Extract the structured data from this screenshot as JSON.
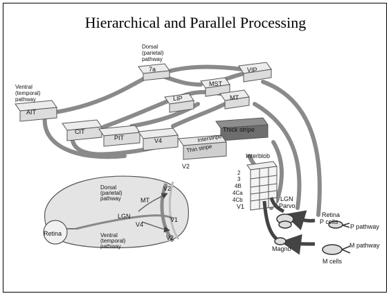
{
  "title": "Hierarchical and Parallel Processing",
  "areas": {
    "vip": "VIP",
    "mst": "MST",
    "mt": "MT",
    "lip": "LIP",
    "a7": "7a",
    "ait": "AIT",
    "cit": "CIT",
    "pit": "PIT",
    "v4": "V4",
    "thick": "Thick stripe",
    "interstripe": "Interstripe",
    "thin": "Thin stripe",
    "v2": "V2",
    "interblob": "Interblob",
    "v1": "V1",
    "lgn_parvo_1": "LGN",
    "lgn_parvo_2": "Parvo",
    "magno": "Magno",
    "retina_p_1": "Retina",
    "retina_p_2": "P cells",
    "p_pathway": "P pathway",
    "m_pathway": "M pathway",
    "m_cells": "M cells"
  },
  "layers": [
    "2",
    "3",
    "4B",
    "4Ca",
    "4Cb"
  ],
  "pathways": {
    "dorsal_top": [
      "Dorsal",
      "(parietal)",
      "pathway"
    ],
    "ventral_top": [
      "Ventral",
      "(temporal)",
      "pathway"
    ]
  },
  "brain": {
    "retina": "Retina",
    "lgn": "LGN",
    "mt": "MT",
    "v4": "V4",
    "v1": "V1",
    "v2_top": "V2",
    "v2_bottom": "V2",
    "dorsal": [
      "Dorsal",
      "(parietal)",
      "pathway"
    ],
    "ventral": [
      "Ventral",
      "(temporal)",
      "pathway"
    ]
  },
  "colors": {
    "box": "#dcdcdc",
    "box_edge": "#555555",
    "thick": "#7a7a7a",
    "tube": "#8a8a8a",
    "arrow": "#444444"
  }
}
